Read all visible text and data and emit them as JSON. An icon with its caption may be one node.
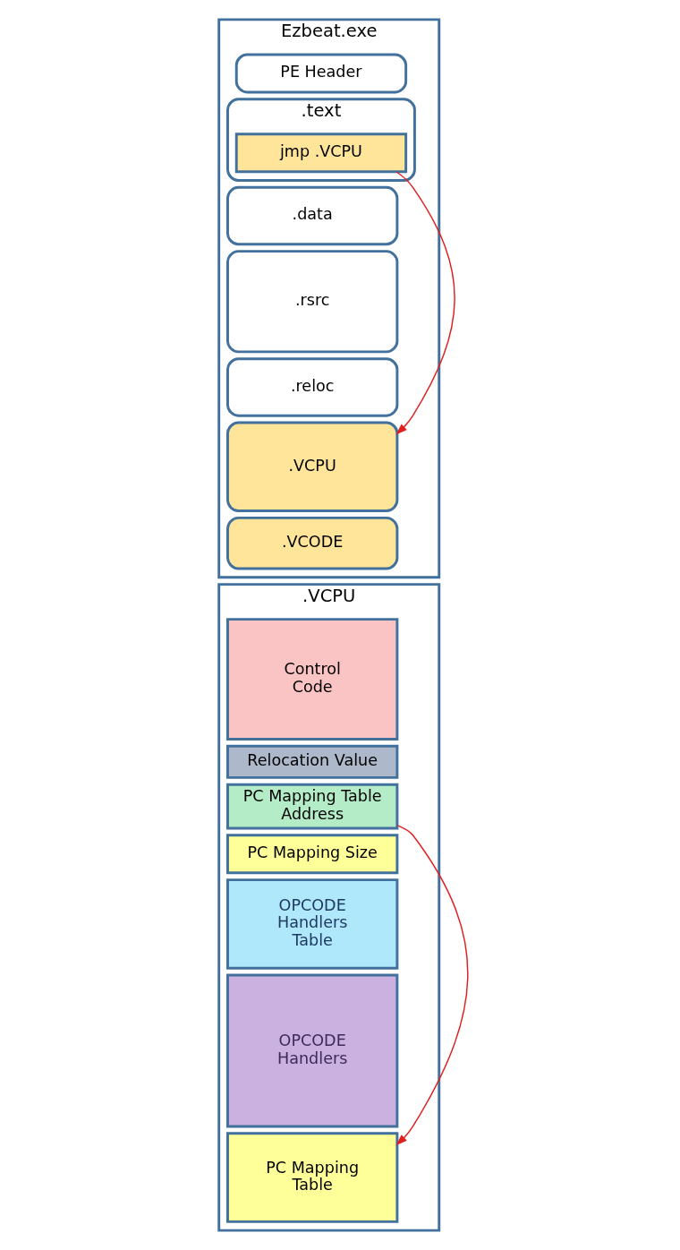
{
  "diagram": {
    "nodes": [
      {
        "text": [
          "Ezbeat.exe"
        ]
      },
      {
        "text": [
          "PE Header"
        ],
        "in": 0
      },
      {
        "text": [
          ".text"
        ],
        "in": 0
      },
      {
        "text": [
          "jmp .VCPU"
        ],
        "in": 2
      },
      {
        "text": [
          ".data"
        ],
        "in": 0
      },
      {
        "text": [
          ".rsrc"
        ],
        "in": 0
      },
      {
        "text": [
          ".reloc"
        ],
        "in": 0
      },
      {
        "text": [
          ".VCPU"
        ],
        "in": 0
      },
      {
        "text": [
          ".VCODE"
        ],
        "in": 0
      },
      {
        "text": [
          ".VCPU"
        ]
      },
      {
        "text": [
          "Control Code"
        ],
        "in": 9
      },
      {
        "text": [
          "Relocation Value"
        ],
        "in": 9
      },
      {
        "text": [
          "PC Mapping Table Address"
        ],
        "in": 9
      },
      {
        "text": [
          "PC Mapping Size"
        ],
        "in": 9
      },
      {
        "text": [
          "OPCODE Handlers Table"
        ],
        "in": 9
      },
      {
        "text": [
          "OPCODE Handlers"
        ],
        "in": 9
      },
      {
        "text": [
          "PC Mapping Table"
        ],
        "in": 9
      }
    ],
    "edges": [
      {
        "from": 3,
        "to": 7,
        "arrow": "to"
      },
      {
        "from": 12,
        "to": 16,
        "arrow": "to"
      }
    ]
  }
}
